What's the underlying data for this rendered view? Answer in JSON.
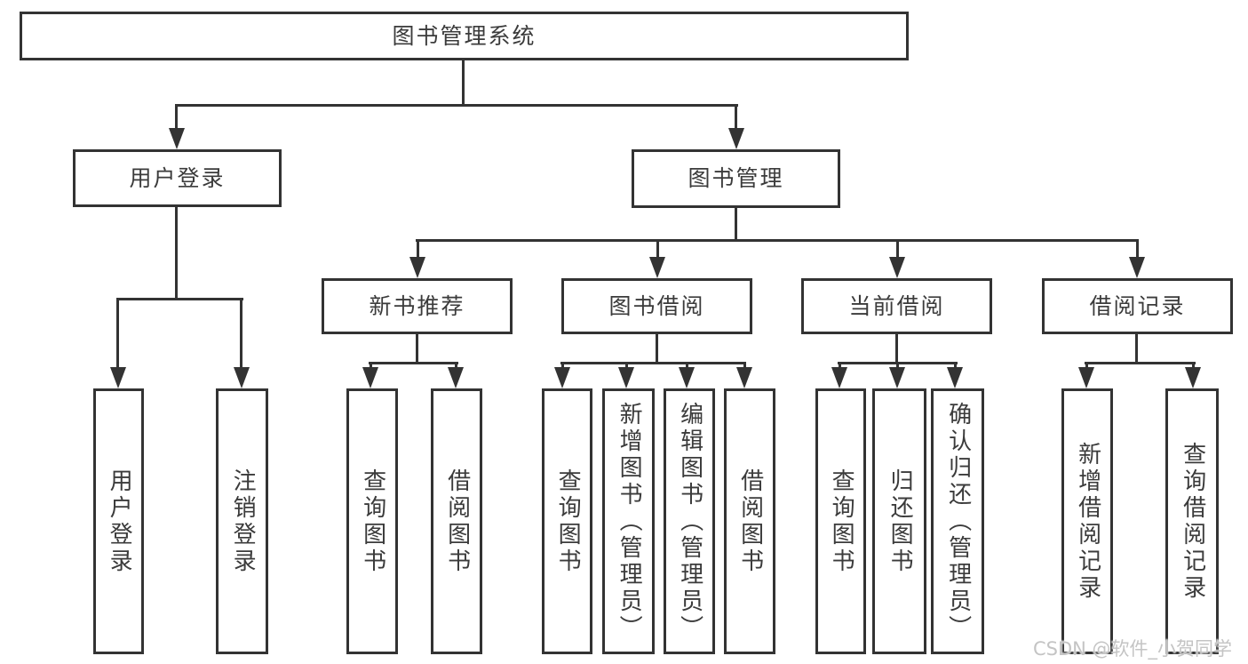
{
  "diagram": {
    "root": {
      "label": "图书管理系统",
      "children": [
        {
          "label": "用户登录",
          "children": [
            {
              "label": "用户登录"
            },
            {
              "label": "注销登录"
            }
          ]
        },
        {
          "label": "图书管理",
          "children": [
            {
              "label": "新书推荐",
              "children": [
                {
                  "label": "查询图书"
                },
                {
                  "label": "借阅图书"
                }
              ]
            },
            {
              "label": "图书借阅",
              "children": [
                {
                  "label": "查询图书"
                },
                {
                  "label": "新增图书（管理员）"
                },
                {
                  "label": "编辑图书（管理员）"
                },
                {
                  "label": "借阅图书"
                }
              ]
            },
            {
              "label": "当前借阅",
              "children": [
                {
                  "label": "查询图书"
                },
                {
                  "label": "归还图书"
                },
                {
                  "label": "确认归还（管理员）"
                }
              ]
            },
            {
              "label": "借阅记录",
              "children": [
                {
                  "label": "新增借阅记录"
                },
                {
                  "label": "查询借阅记录"
                }
              ]
            }
          ]
        }
      ]
    }
  },
  "watermark": {
    "text": "CSDN @软件_小贺同学"
  },
  "colors": {
    "line": "#333333",
    "text": "#3b3b3b",
    "background": "#ffffff",
    "watermark": "#c4c4c4"
  }
}
